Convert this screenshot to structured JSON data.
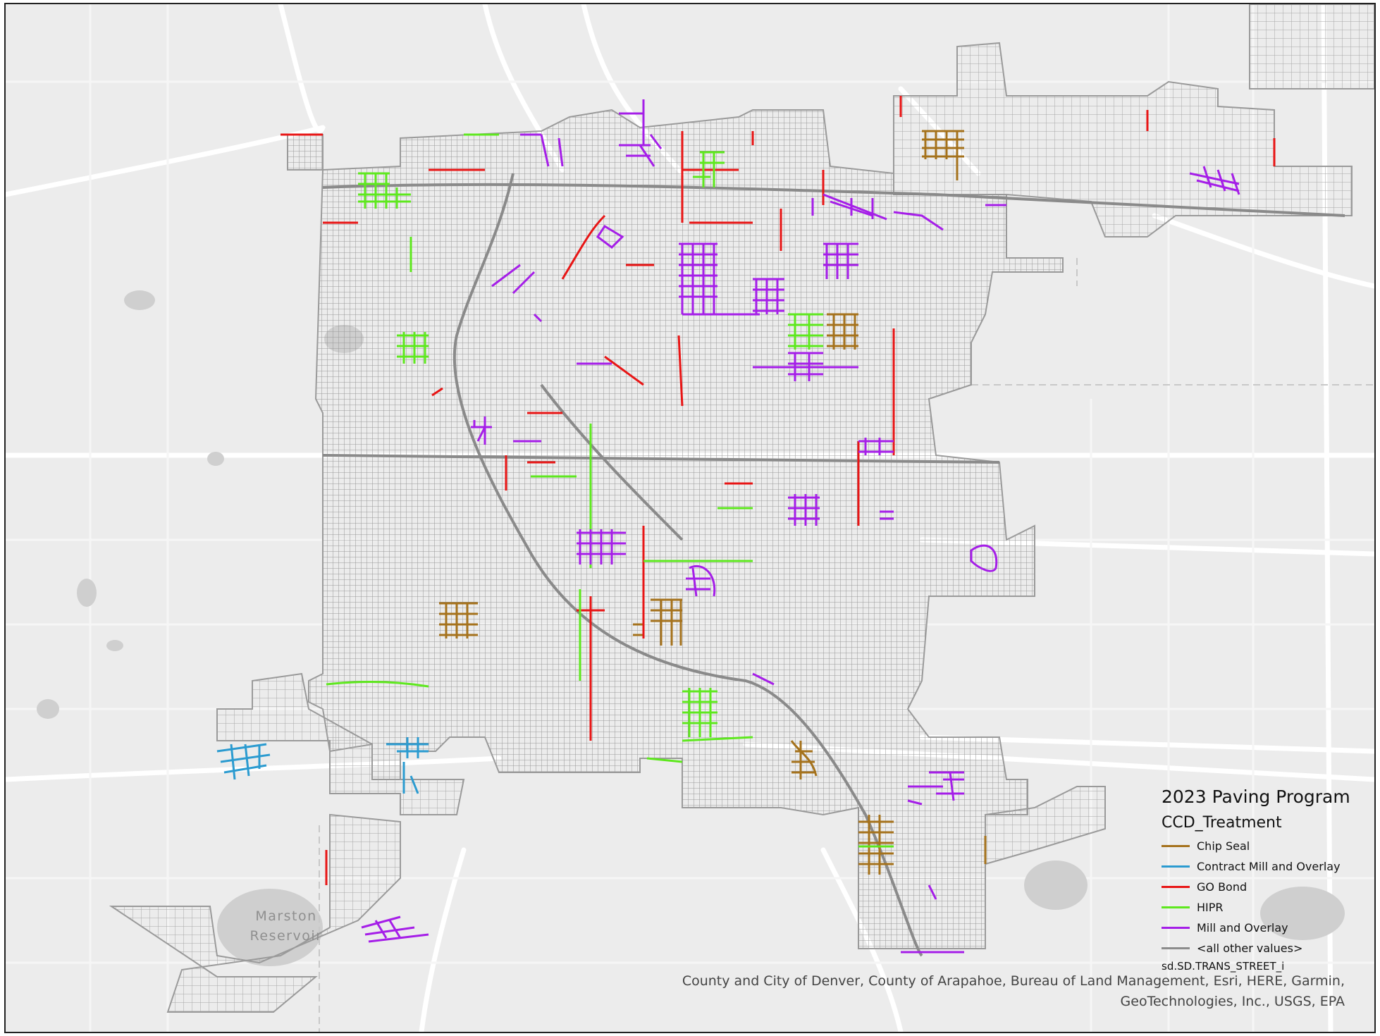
{
  "map": {
    "lake_label": "Marston\nReservoir",
    "attribution_line1": "County and City of Denver, County of Arapahoe, Bureau of Land Management, Esri, HERE, Garmin,",
    "attribution_line2": "GeoTechnologies, Inc., USGS, EPA"
  },
  "legend": {
    "title": "2023 Paving Program",
    "subtitle": "CCD_Treatment",
    "items": [
      {
        "label": "Chip Seal",
        "color": "#a5721c"
      },
      {
        "label": "Contract Mill and Overlay",
        "color": "#2b9bd0"
      },
      {
        "label": "GO Bond",
        "color": "#e81515"
      },
      {
        "label": "HIPR",
        "color": "#5ee81e"
      },
      {
        "label": "Mill and Overlay",
        "color": "#a51ee8"
      },
      {
        "label": "<all other values>",
        "color": "#8c8c8c"
      }
    ],
    "layer_name": "sd.SD.TRANS_STREET_i"
  }
}
